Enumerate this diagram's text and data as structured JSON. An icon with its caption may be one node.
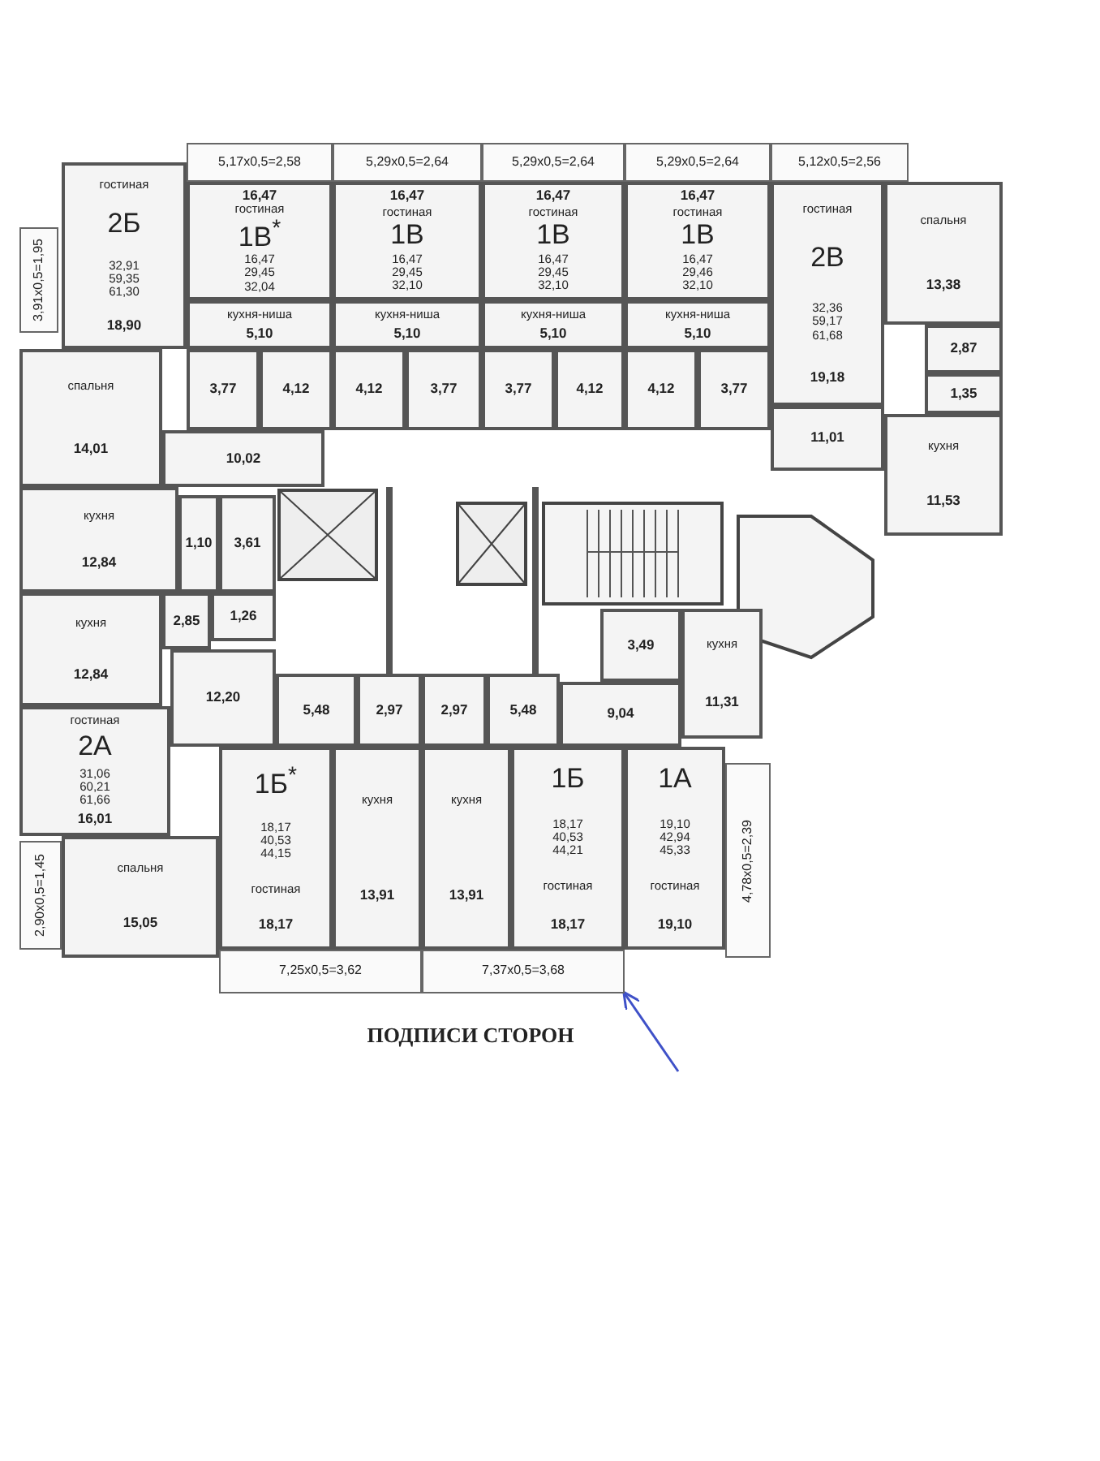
{
  "diagram": {
    "caption": "ПОДПИСИ СТОРОН",
    "nodes": [
      {
        "text": [
          "5,17x0,5=2,58"
        ]
      },
      {
        "text": [
          "5,29x0,5=2,64"
        ]
      },
      {
        "text": [
          "5,29x0,5=2,64"
        ]
      },
      {
        "text": [
          "5,29x0,5=2,64"
        ]
      },
      {
        "text": [
          "5,12x0,5=2,56"
        ]
      },
      {
        "text": [
          "гостиная",
          "2Б",
          "32,91 59,35 61,30",
          "18,90"
        ]
      },
      {
        "text": [
          "16,47",
          "гостиная",
          "1В$^{*}$",
          "16,47 29,45 32,04"
        ]
      },
      {
        "text": [
          "16,47",
          "гостиная",
          "1В",
          "16,47 29,45 32,10"
        ]
      },
      {
        "text": [
          "16,47",
          "гостиная",
          "1В",
          "16,47 29,45 32,10"
        ]
      },
      {
        "text": [
          "16,47",
          "гостиная",
          "1В",
          "16,47 29,46 32,10"
        ]
      },
      {
        "text": [
          "гостиная",
          "2В",
          "32,36 59,17 61,68",
          "19,18"
        ]
      },
      {
        "text": [
          "спальня",
          "13,38"
        ]
      },
      {
        "text": [
          "3,91x0,5=1,95"
        ]
      },
      {
        "text": [
          "кухня-ниша",
          "5,10"
        ]
      },
      {
        "text": [
          "кухня-ниша",
          "5,10"
        ]
      },
      {
        "text": [
          "кухня-ниша",
          "5,10"
        ]
      },
      {
        "text": [
          "кухня-ниша",
          "5,10"
        ]
      },
      {
        "text": [
          "2,87"
        ]
      },
      {
        "text": [
          "спальня",
          "14,01"
        ]
      },
      {
        "text": [
          "3,77"
        ]
      },
      {
        "text": [
          "4,12"
        ]
      },
      {
        "text": [
          "4,12"
        ]
      },
      {
        "text": [
          "3,77"
        ]
      },
      {
        "text": [
          "3,77"
        ]
      },
      {
        "text": [
          "4,12"
        ]
      },
      {
        "text": [
          "4,12"
        ]
      },
      {
        "text": [
          "3,77"
        ]
      },
      {
        "text": [
          "1,35"
        ]
      },
      {
        "text": [
          "11,01"
        ]
      },
      {
        "text": [
          "кухня",
          "11,53"
        ]
      },
      {
        "text": [
          "10,02"
        ]
      },
      {
        "text": [
          "кухня",
          "12,84"
        ]
      },
      {
        "text": [
          "1,10"
        ]
      },
      {
        "text": [
          "3,61"
        ]
      },
      {
        "text": [
          "кухня",
          "12,84"
        ]
      },
      {
        "text": [
          "2,85"
        ]
      },
      {
        "text": [
          "1,26"
        ]
      },
      {
        "text": [
          "3,49"
        ]
      },
      {
        "text": [
          "кухня",
          "11,31"
        ]
      },
      {
        "text": [
          "12,20"
        ]
      },
      {
        "text": [
          "5,48"
        ]
      },
      {
        "text": [
          "2,97"
        ]
      },
      {
        "text": [
          "2,97"
        ]
      },
      {
        "text": [
          "5,48"
        ]
      },
      {
        "text": [
          "9,04"
        ]
      },
      {
        "text": [
          "гостиная",
          "2А",
          "31,06 60,21 61,66",
          "16,01"
        ]
      },
      {
        "text": [
          "1Б$^{*}$",
          "18,17 40,53 44,15",
          "гостиная",
          "18,17"
        ]
      },
      {
        "text": [
          "кухня",
          "13,91"
        ]
      },
      {
        "text": [
          "кухня",
          "13,91"
        ]
      },
      {
        "text": [
          "1Б",
          "18,17 40,53 44,21",
          "гостиная",
          "18,17"
        ]
      },
      {
        "text": [
          "1А",
          "19,10 42,94 45,33",
          "гостиная",
          "19,10"
        ]
      },
      {
        "text": [
          "4,78x0,5=2,39"
        ]
      },
      {
        "text": [
          "спальня",
          "15,05"
        ]
      },
      {
        "text": [
          "2,90x0,5=1,45"
        ]
      },
      {
        "text": [
          "7,25x0,5=3,62"
        ]
      },
      {
        "text": [
          "7,37x0,5=3,68"
        ]
      }
    ],
    "edges": [
      {
        "from": null,
        "to": 55,
        "arrow": "to",
        "color": "#3f51c8"
      }
    ]
  }
}
